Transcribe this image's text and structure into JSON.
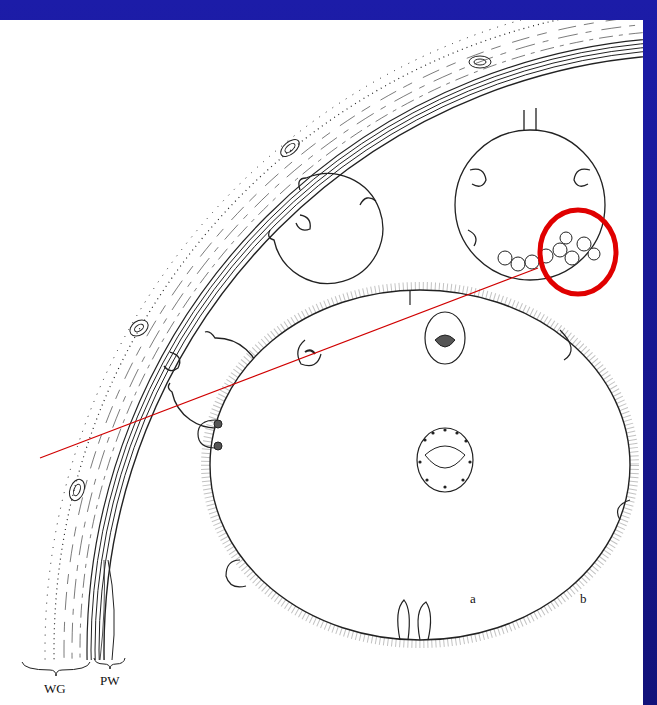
{
  "diagram": {
    "labels": [
      "a",
      "b",
      "PW",
      "WG"
    ]
  }
}
